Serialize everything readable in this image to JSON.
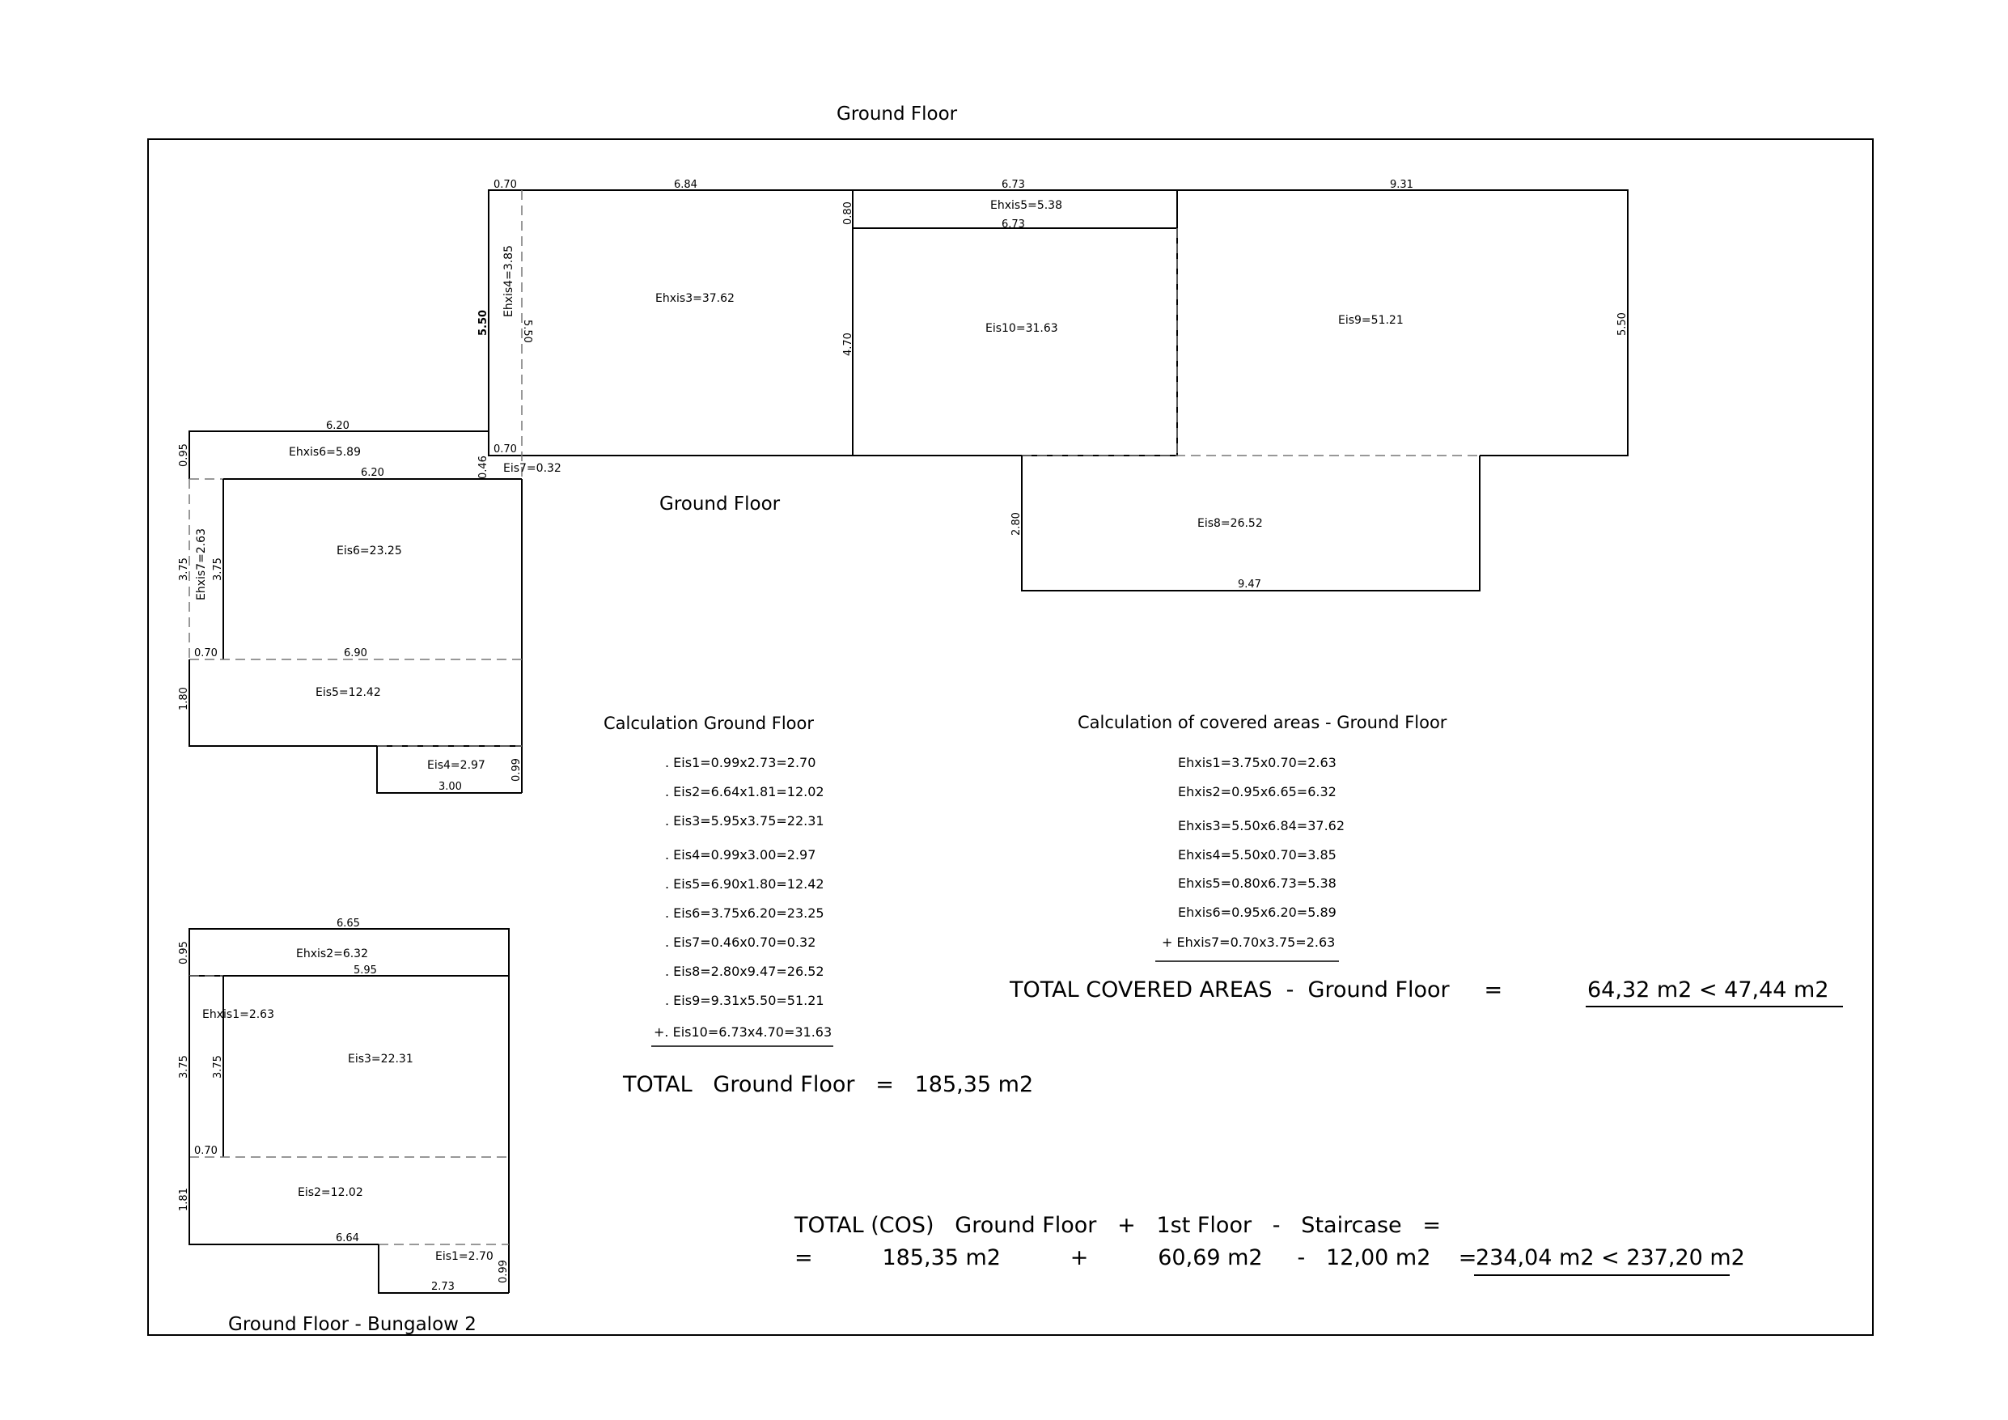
{
  "title": "Ground Floor",
  "plan_label": "Ground Floor",
  "bungalow_label": "Ground Floor - Bungalow 2",
  "dims": {
    "top_070": "0.70",
    "top_684": "6.84",
    "top_673a": "6.73",
    "top_931": "9.31",
    "mid_080": "0.80",
    "mid_673b": "6.73",
    "mid_470": "4.70",
    "left_550a": "5.50",
    "left_550b": "5.50",
    "right_550": "5.50",
    "d620a": "6.20",
    "d095a": "0.95",
    "d070a": "0.70",
    "d046": "0.46",
    "d620b": "6.20",
    "d375a": "3.75",
    "d375b": "3.75",
    "d070b": "0.70",
    "d690": "6.90",
    "d180": "1.80",
    "d099a": "0.99",
    "d300": "3.00",
    "d280": "2.80",
    "d947": "9.47",
    "b665": "6.65",
    "b095": "0.95",
    "b595": "5.95",
    "b375a": "3.75",
    "b375b": "3.75",
    "b070": "0.70",
    "b181": "1.81",
    "b664": "6.64",
    "b099": "0.99",
    "b273": "2.73"
  },
  "areas": {
    "ehxis4": "Ehxis4=3.85",
    "ehxis3": "Ehxis3=37.62",
    "ehxis5": "Ehxis5=5.38",
    "eis10": "Eis10=31.63",
    "eis9": "Eis9=51.21",
    "ehxis6": "Ehxis6=5.89",
    "eis7": "Eis7=0.32",
    "ehxis7": "Ehxis7=2.63",
    "eis6": "Eis6=23.25",
    "eis5": "Eis5=12.42",
    "eis4": "Eis4=2.97",
    "eis8": "Eis8=26.52",
    "b_ehxis2": "Ehxis2=6.32",
    "b_ehxis1": "Ehxis1=2.63",
    "b_eis3": "Eis3=22.31",
    "b_eis2": "Eis2=12.02",
    "b_eis1": "Eis1=2.70"
  },
  "calc_ground": {
    "heading": "Calculation Ground Floor",
    "lines": [
      ". Eis1=0.99x2.73=2.70",
      ". Eis2=6.64x1.81=12.02",
      ". Eis3=5.95x3.75=22.31",
      ". Eis4=0.99x3.00=2.97",
      ". Eis5=6.90x1.80=12.42",
      ". Eis6=3.75x6.20=23.25",
      ". Eis7=0.46x0.70=0.32",
      ". Eis8=2.80x9.47=26.52",
      ". Eis9=9.31x5.50=51.21",
      "+. Eis10=6.73x4.70=31.63"
    ],
    "total": "TOTAL   Ground Floor   =   185,35 m2"
  },
  "calc_covered": {
    "heading": "Calculation of covered areas - Ground Floor",
    "lines": [
      "Ehxis1=3.75x0.70=2.63",
      "Ehxis2=0.95x6.65=6.32",
      "Ehxis3=5.50x6.84=37.62",
      "Ehxis4=5.50x0.70=3.85",
      "Ehxis5=0.80x6.73=5.38",
      "Ehxis6=0.95x6.20=5.89",
      "+ Ehxis7=0.70x3.75=2.63"
    ],
    "total_label": "TOTAL COVERED AREAS  -  Ground Floor     =",
    "total_value": "64,32 m2 < 47,44 m2"
  },
  "totals": {
    "line1": "TOTAL (COS)   Ground Floor   +   1st Floor   -   Staircase   =",
    "line2_prefix": "=          185,35 m2          +          60,69 m2     -   12,00 m2    =",
    "line2_value": "234,04 m2 < 237,20 m2"
  }
}
